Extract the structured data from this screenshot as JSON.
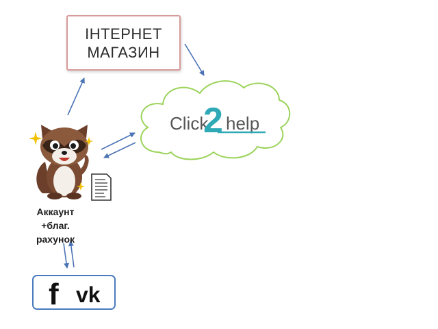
{
  "shop": {
    "line1": "ІНТЕРНЕТ",
    "line2": "МАГАЗИН"
  },
  "cloud": {
    "logo_left": "Click",
    "logo_right": "help",
    "logo_number": "2"
  },
  "account": {
    "line1": "Аккаунт",
    "line2": "+благ.",
    "line3": "рахунок"
  },
  "social": {
    "icons": [
      "facebook-icon",
      "vk-icon"
    ],
    "fb_glyph": "f",
    "vk_glyph": "vk"
  },
  "colors": {
    "arrow": "#4a73b5",
    "cloud_fill": "#ffffff",
    "cloud_stroke": "#9bd35a",
    "logo_teal": "#2fa9b6",
    "shop_border": "#d89a9a",
    "social_border": "#4a7bbf"
  }
}
